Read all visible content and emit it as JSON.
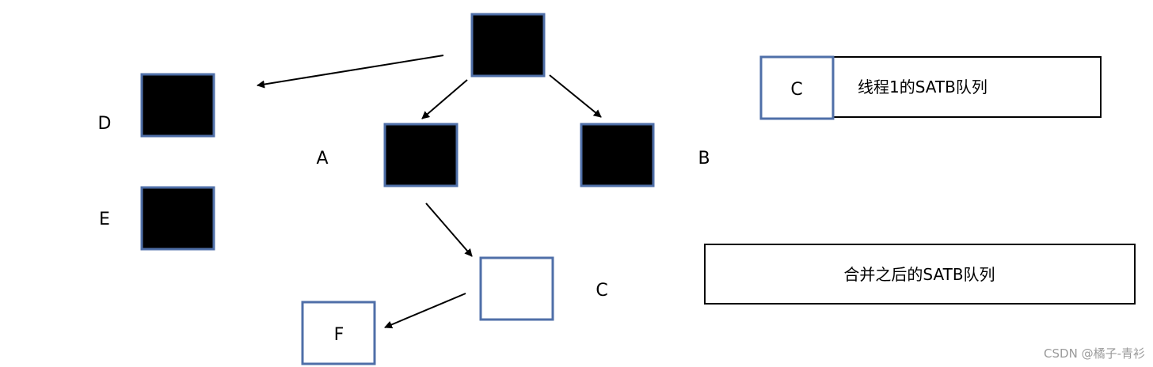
{
  "colors": {
    "black_fill": "#000000",
    "node_border": "#4f6fa8",
    "white_fill": "#ffffff",
    "queue_border": "#000000",
    "arrow": "#000000"
  },
  "nodes": {
    "root": {
      "label": ""
    },
    "a": {
      "label": "A"
    },
    "b": {
      "label": "B"
    },
    "c": {
      "label": "C"
    },
    "d": {
      "label": "D"
    },
    "e": {
      "label": "E"
    },
    "f": {
      "label": "F"
    }
  },
  "queues": {
    "thread1": {
      "item": "C",
      "title": "线程1的SATB队列"
    },
    "merged": {
      "title": "合并之后的SATB队列"
    }
  },
  "watermark": "CSDN @橘子-青衫"
}
